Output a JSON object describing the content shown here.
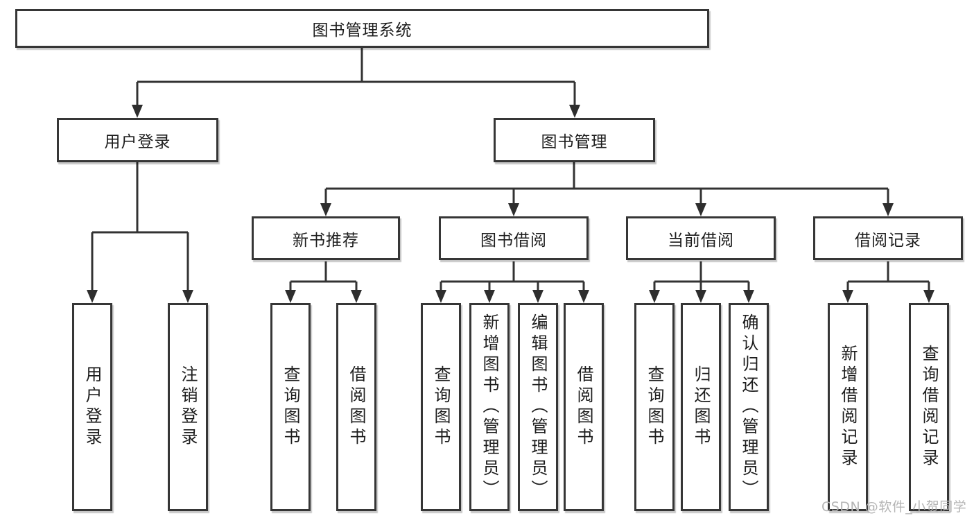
{
  "diagram": {
    "root": {
      "label": "图书管理系统"
    },
    "level2": [
      {
        "id": "user-login",
        "label": "用户登录"
      },
      {
        "id": "book-management",
        "label": "图书管理"
      }
    ],
    "level3": [
      {
        "id": "new-book-recommendation",
        "parent": "图书管理",
        "label": "新书推荐"
      },
      {
        "id": "book-borrowing",
        "parent": "图书管理",
        "label": "图书借阅"
      },
      {
        "id": "current-borrowing",
        "parent": "图书管理",
        "label": "当前借阅"
      },
      {
        "id": "borrowing-records",
        "parent": "图书管理",
        "label": "借阅记录"
      }
    ],
    "leaves": [
      {
        "parent": "用户登录",
        "label": "用户登录"
      },
      {
        "parent": "用户登录",
        "label": "注销登录"
      },
      {
        "parent": "新书推荐",
        "label": "查询图书"
      },
      {
        "parent": "新书推荐",
        "label": "借阅图书"
      },
      {
        "parent": "图书借阅",
        "label": "查询图书"
      },
      {
        "parent": "图书借阅",
        "label": "新增图书（管理员）"
      },
      {
        "parent": "图书借阅",
        "label": "编辑图书（管理员）"
      },
      {
        "parent": "图书借阅",
        "label": "借阅图书"
      },
      {
        "parent": "当前借阅",
        "label": "查询图书"
      },
      {
        "parent": "当前借阅",
        "label": "归还图书"
      },
      {
        "parent": "当前借阅",
        "label": "确认归还（管理员）"
      },
      {
        "parent": "借阅记录",
        "label": "新增借阅记录"
      },
      {
        "parent": "借阅记录",
        "label": "查询借阅记录"
      }
    ],
    "watermark": "CSDN @软件_小贺同学",
    "colors": {
      "border": "#363636",
      "line": "#333333",
      "text": "#1d1d1d",
      "watermark": "#b5b5b5",
      "bg": "#ffffff"
    }
  }
}
